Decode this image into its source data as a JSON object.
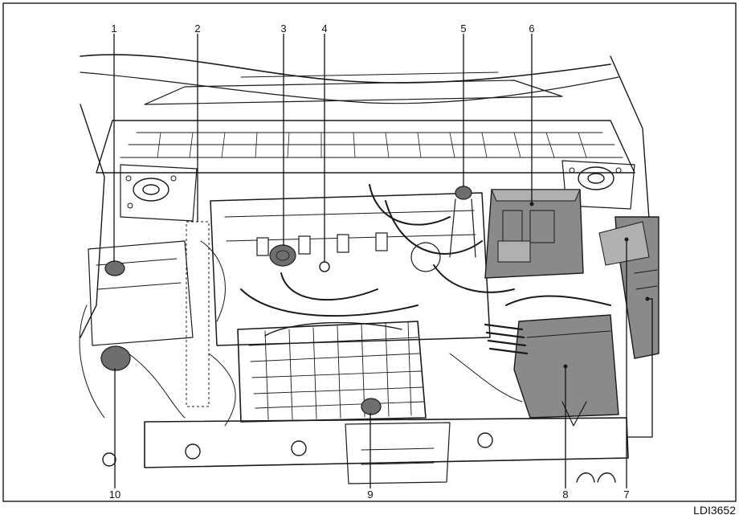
{
  "figure": {
    "code": "LDI3652",
    "callouts": [
      {
        "label": "1"
      },
      {
        "label": "2"
      },
      {
        "label": "3"
      },
      {
        "label": "4"
      },
      {
        "label": "5"
      },
      {
        "label": "6"
      },
      {
        "label": "7"
      },
      {
        "label": "8"
      },
      {
        "label": "9"
      },
      {
        "label": "10"
      }
    ]
  },
  "colors": {
    "ink": "#1a1a1a",
    "shade_dark": "#8a8a8a",
    "shade_mid": "#b0b0b0",
    "cap_fill": "#6e6e6e",
    "paper": "#ffffff"
  }
}
